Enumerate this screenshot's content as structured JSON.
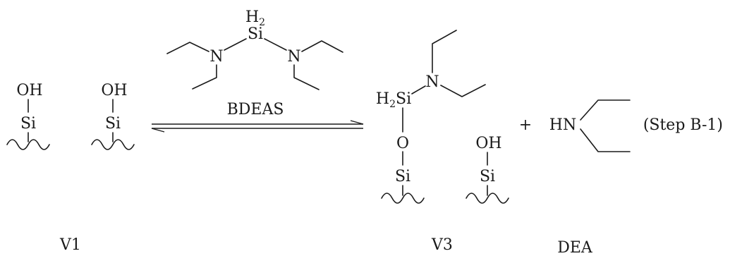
{
  "atoms": {
    "OH": "OH",
    "Si": "Si",
    "O": "O",
    "N": "N",
    "H": "H",
    "sub2": "2",
    "HN": "HN"
  },
  "reagent": {
    "name": "BDEAS"
  },
  "operator": {
    "plus": "+"
  },
  "step": {
    "label": "(Step B-1)"
  },
  "captions": {
    "reactant": "V1",
    "product": "V3",
    "byproduct": "DEA"
  }
}
